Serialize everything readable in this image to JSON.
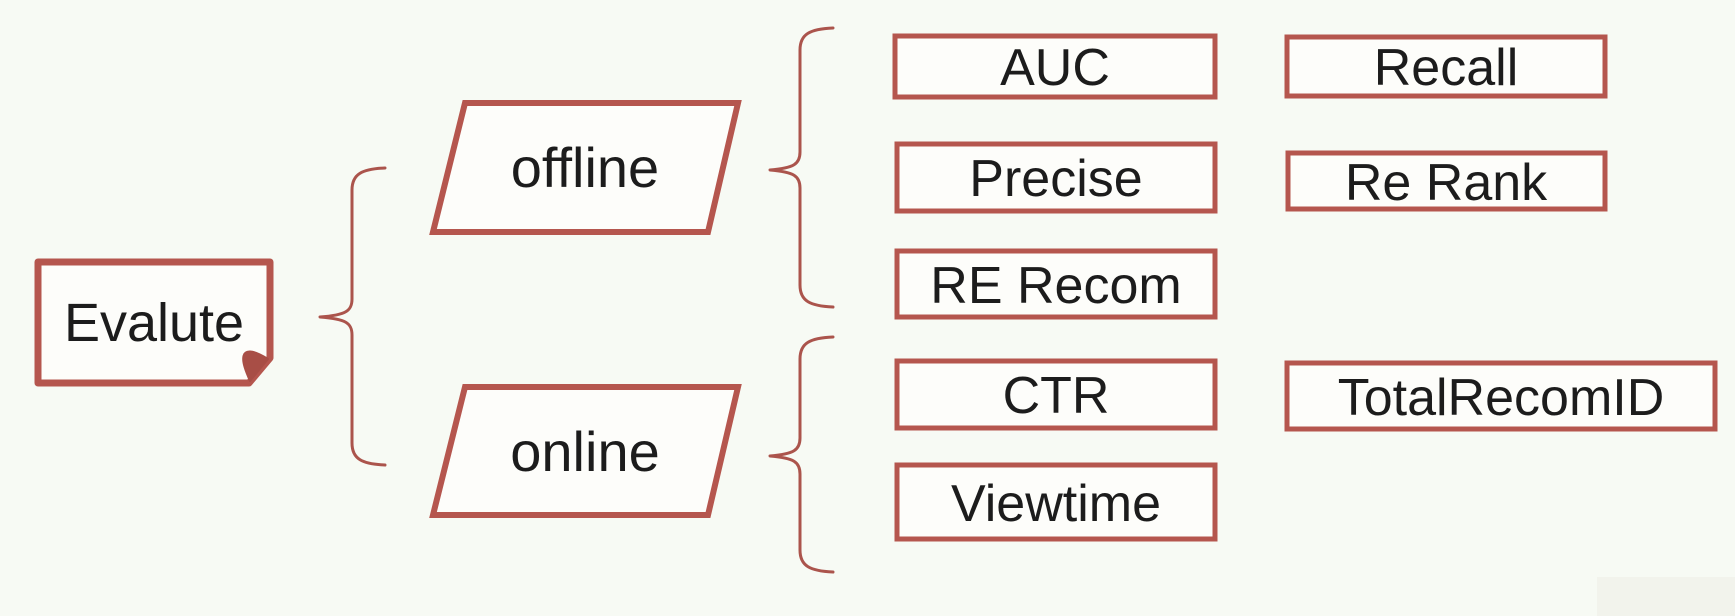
{
  "nodes": {
    "root": "Evalute",
    "offline": "offline",
    "online": "online"
  },
  "offline_metrics": {
    "auc": "AUC",
    "recall": "Recall",
    "precise": "Precise",
    "re_rank": "Re Rank",
    "re_recom": "RE Recom"
  },
  "online_metrics": {
    "ctr": "CTR",
    "total_recom_id": "TotalRecomID",
    "viewtime": "Viewtime"
  },
  "structure": {
    "root": "Evalute",
    "children": [
      {
        "node": "offline",
        "metrics": [
          "AUC",
          "Recall",
          "Precise",
          "Re Rank",
          "RE Recom"
        ]
      },
      {
        "node": "online",
        "metrics": [
          "CTR",
          "TotalRecomID",
          "Viewtime"
        ]
      }
    ]
  },
  "colors": {
    "background": "#f7faf4",
    "shape_border": "#b5564e",
    "shape_fill": "#fdfdfa",
    "brace": "#ab544c",
    "text": "#1c1c1c"
  }
}
